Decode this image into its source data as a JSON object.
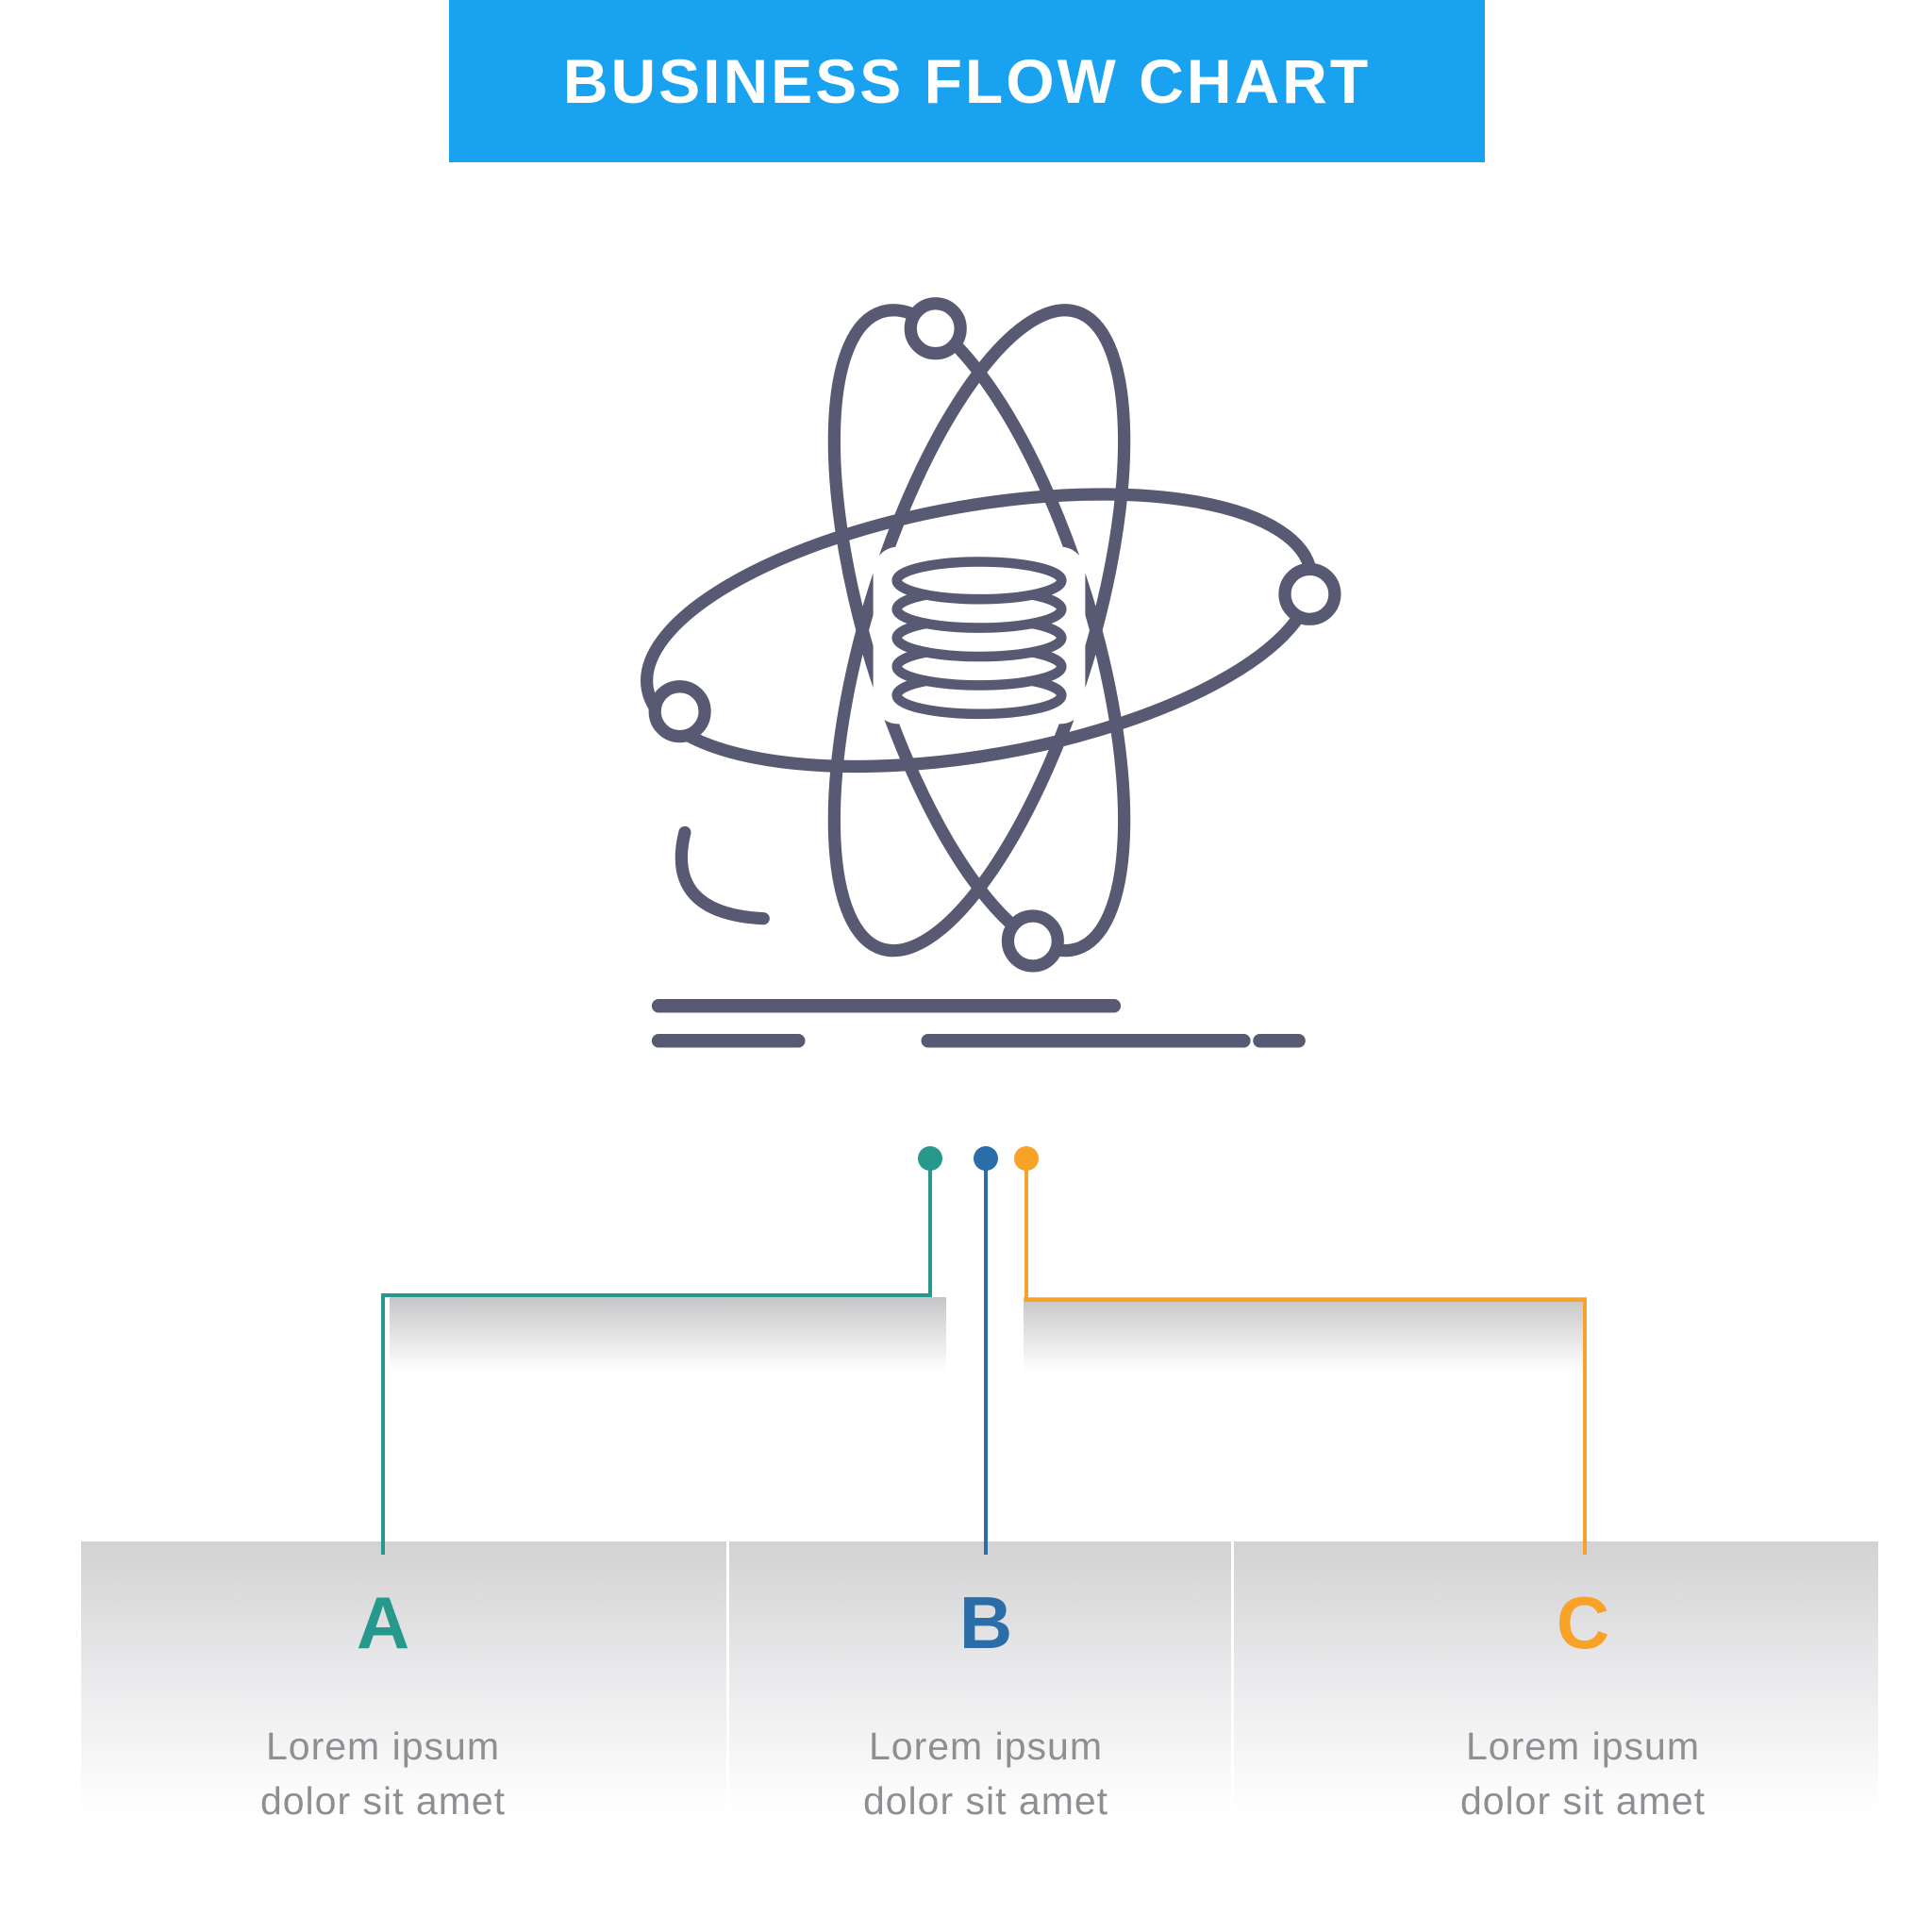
{
  "header": {
    "title": "BUSINESS FLOW CHART"
  },
  "icon": {
    "name": "atom-data-icon"
  },
  "branches": [
    {
      "label": "A",
      "color": "#27998C",
      "text_lines": [
        "Lorem ipsum",
        "dolor sit amet"
      ]
    },
    {
      "label": "B",
      "color": "#2A6DA8",
      "text_lines": [
        "Lorem ipsum",
        "dolor sit amet"
      ]
    },
    {
      "label": "C",
      "color": "#F9A228",
      "text_lines": [
        "Lorem ipsum",
        "dolor sit amet"
      ]
    }
  ],
  "colors": {
    "header_bg": "#18A2F0",
    "header_text": "#FFFFFF",
    "icon_stroke": "#575A72",
    "body_text": "#8E8E93",
    "panel_gradient_top": "#D2D2D3"
  }
}
